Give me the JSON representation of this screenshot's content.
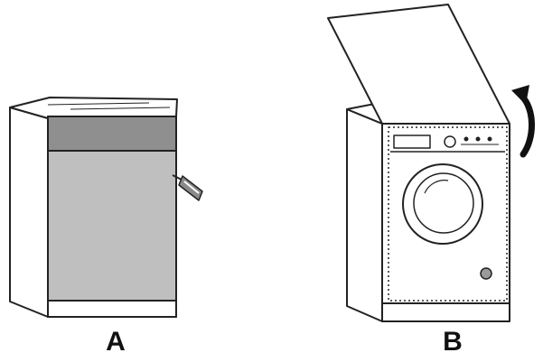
{
  "figure": {
    "panels": [
      {
        "id": "A",
        "label": "A"
      },
      {
        "id": "B",
        "label": "B"
      }
    ],
    "colors": {
      "line": "#222222",
      "panel_fill": "#bfbfbf",
      "strip_fill": "#8f8f8f",
      "background": "#ffffff"
    }
  }
}
